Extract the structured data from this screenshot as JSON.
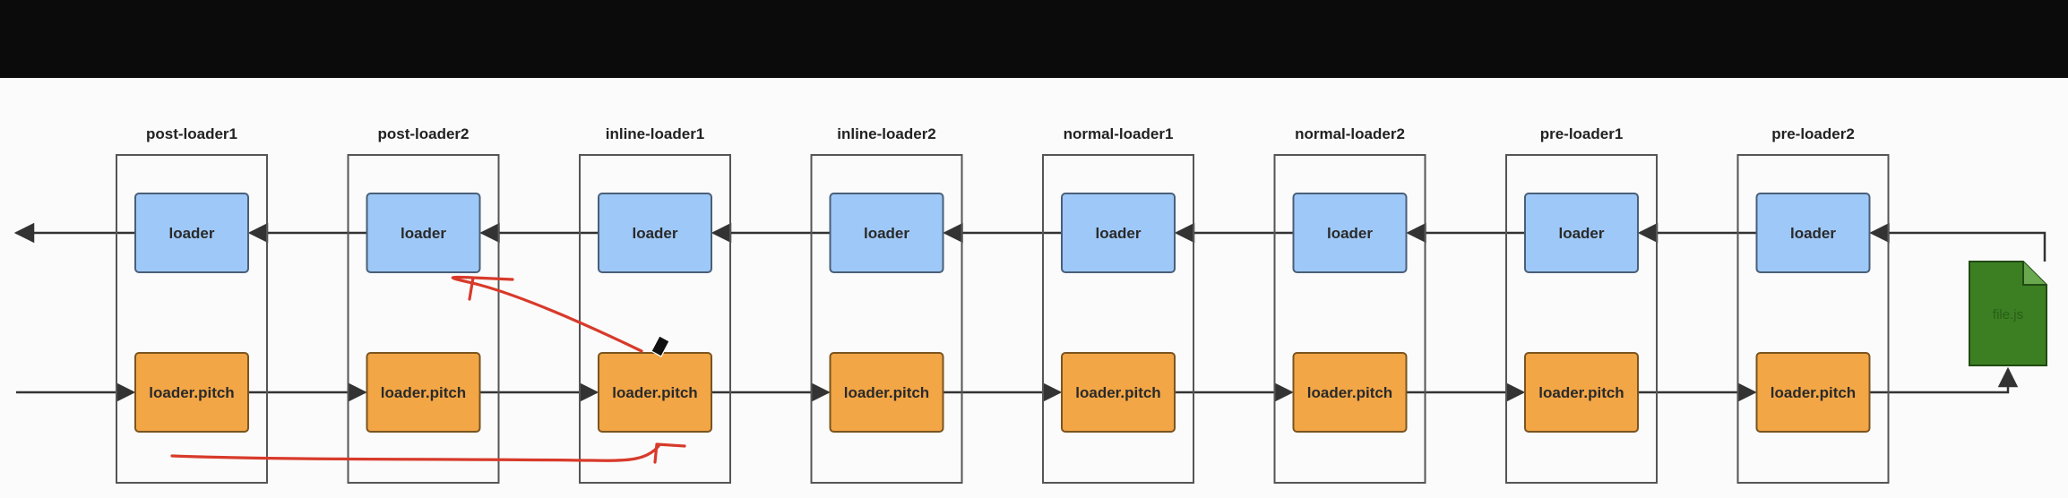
{
  "columns": [
    {
      "name": "post-loader1",
      "loader_label": "loader",
      "pitch_label": "loader.pitch"
    },
    {
      "name": "post-loader2",
      "loader_label": "loader",
      "pitch_label": "loader.pitch"
    },
    {
      "name": "inline-loader1",
      "loader_label": "loader",
      "pitch_label": "loader.pitch"
    },
    {
      "name": "inline-loader2",
      "loader_label": "loader",
      "pitch_label": "loader.pitch"
    },
    {
      "name": "normal-loader1",
      "loader_label": "loader",
      "pitch_label": "loader.pitch"
    },
    {
      "name": "normal-loader2",
      "loader_label": "loader",
      "pitch_label": "loader.pitch"
    },
    {
      "name": "pre-loader1",
      "loader_label": "loader",
      "pitch_label": "loader.pitch"
    },
    {
      "name": "pre-loader2",
      "loader_label": "loader",
      "pitch_label": "loader.pitch"
    }
  ],
  "file": {
    "label": "file.js"
  },
  "colors": {
    "loader_fill": "#9ec8f7",
    "pitch_fill": "#f2a646",
    "file_fill": "#3b7f22",
    "annotation": "#d83a2a",
    "line": "#333333",
    "frame": "#555555"
  }
}
